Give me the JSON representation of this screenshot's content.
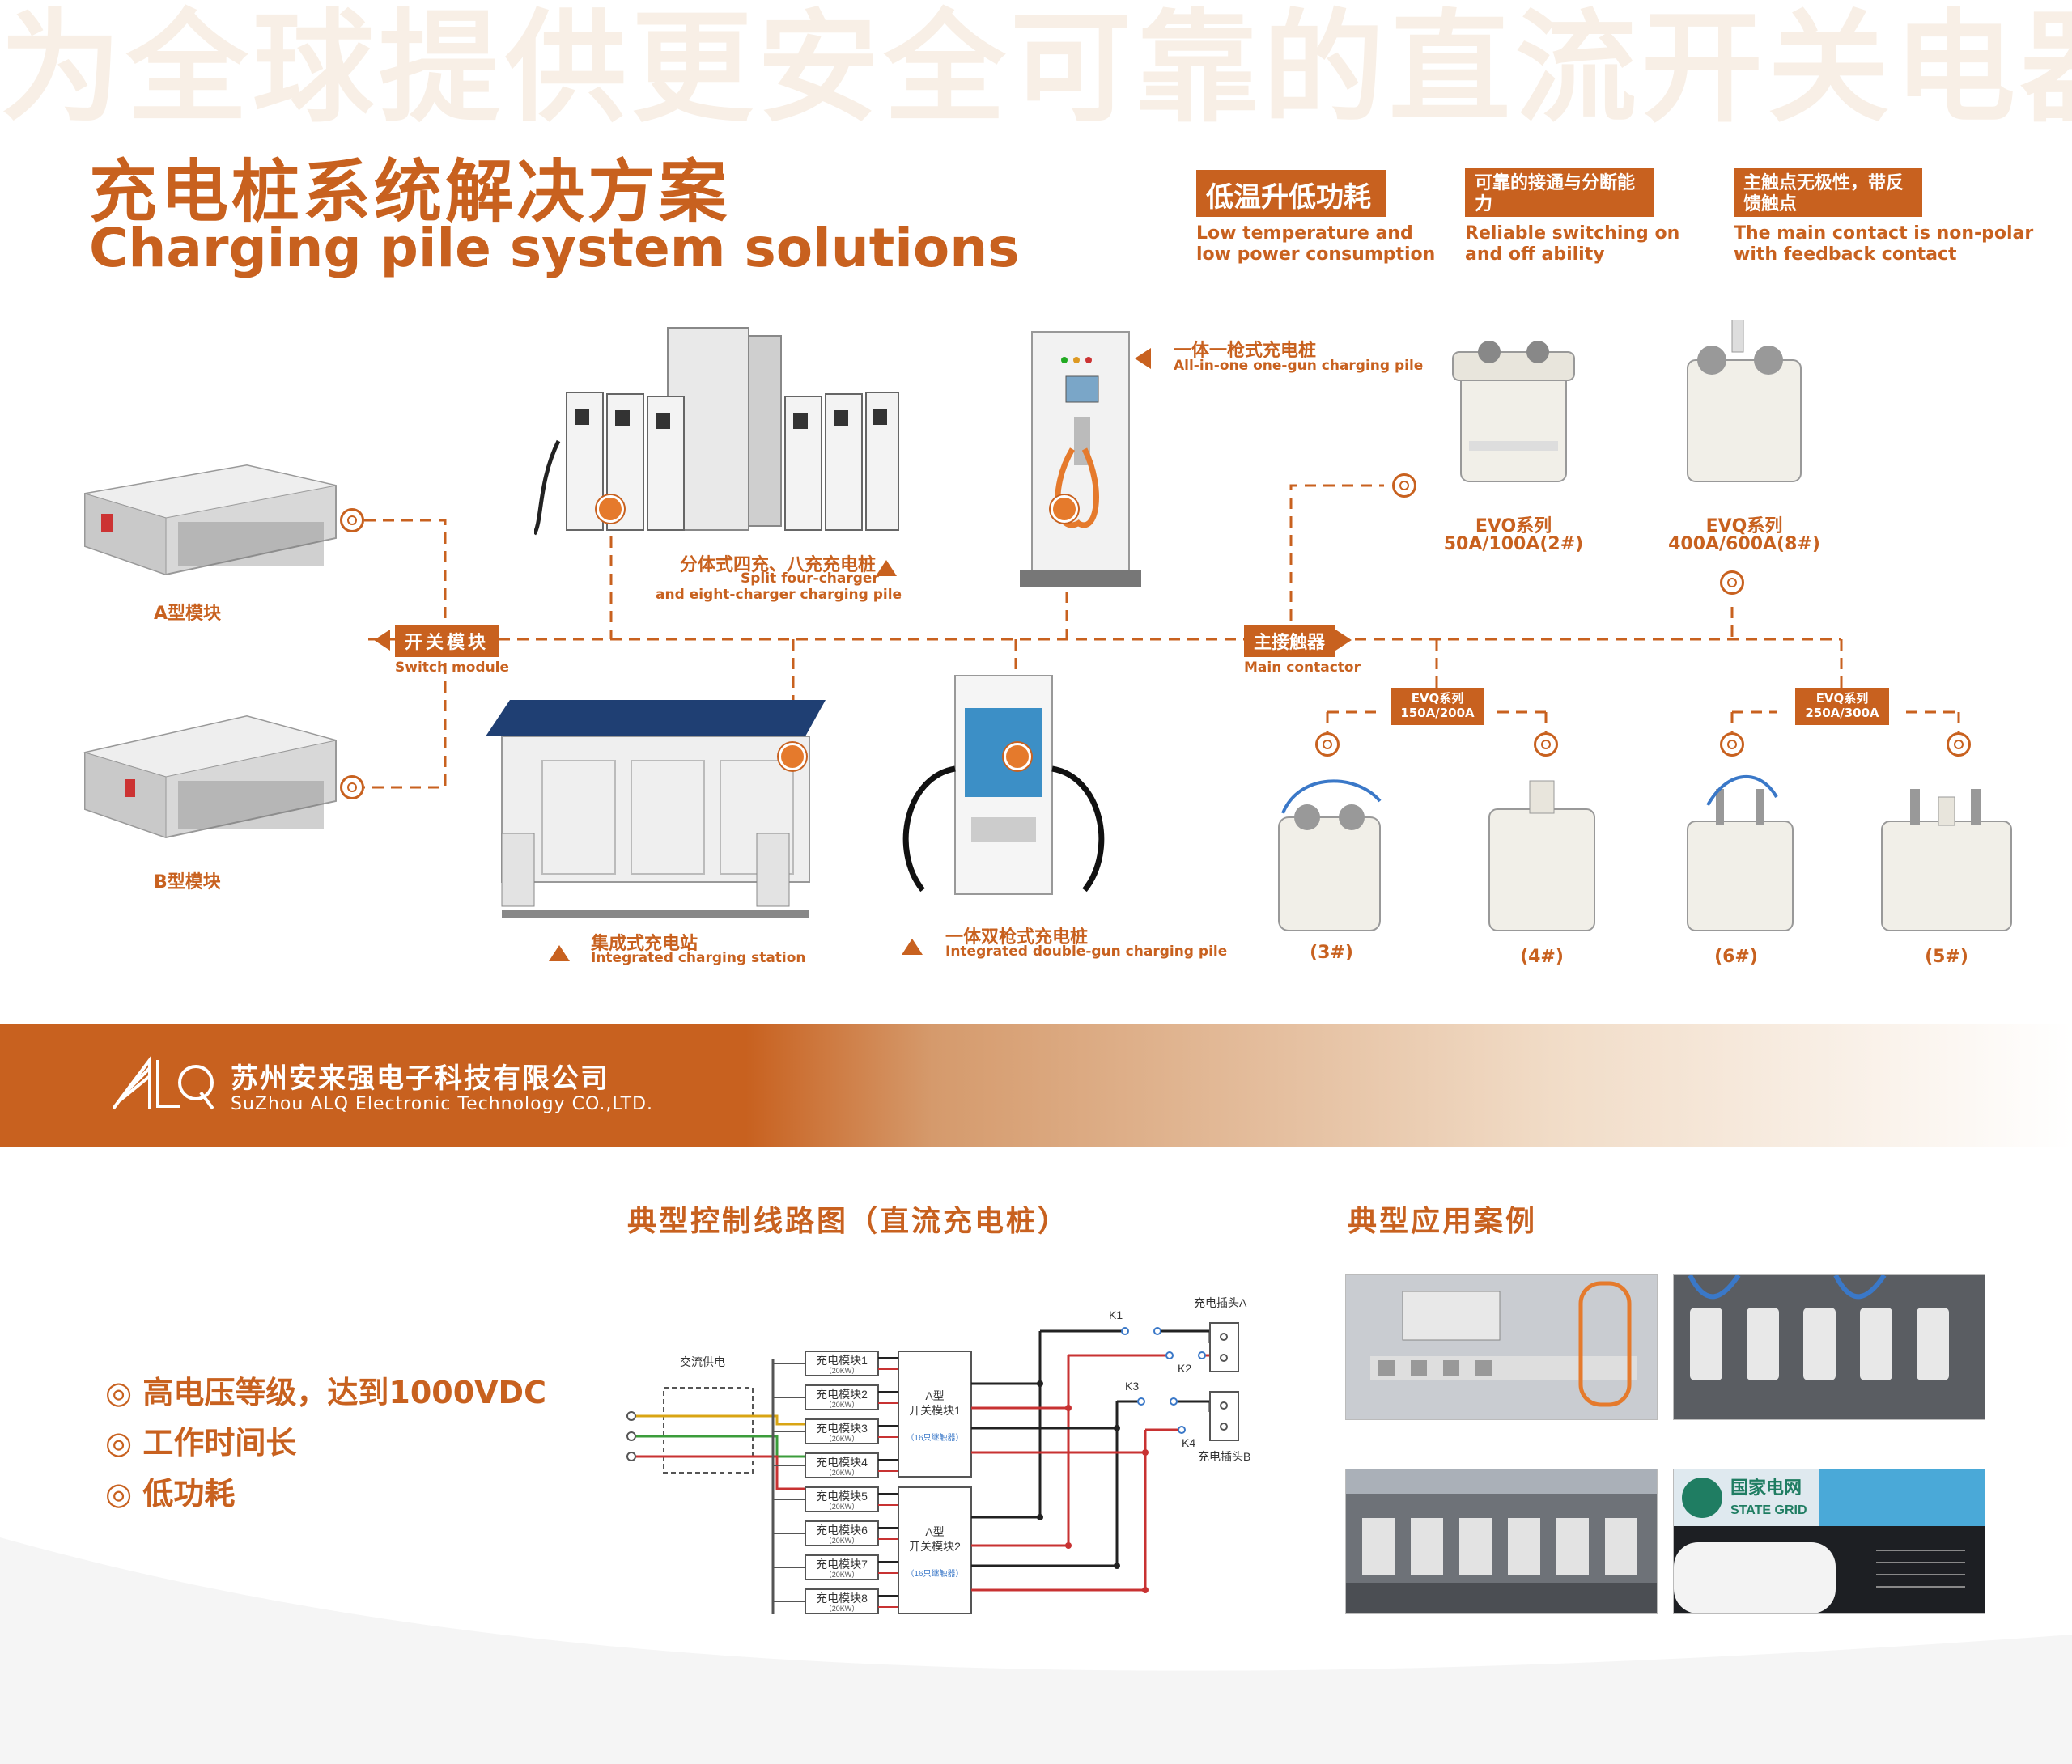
{
  "watermark": "为全球提供更安全可靠的直流开关电器",
  "title": {
    "cn": "充电桩系统解决方案",
    "en": "Charging pile system solutions"
  },
  "features": [
    {
      "cn": "低温升低功耗",
      "en1": "Low temperature and",
      "en2": "low power consumption"
    },
    {
      "cn": "可靠的接通与分断能力",
      "en1": "Reliable switching on",
      "en2": "and off ability"
    },
    {
      "cn": "主触点无极性，带反馈触点",
      "en1": "The main contact is non-polar",
      "en2": "with feedback contact"
    }
  ],
  "modules": {
    "a": "A型模块",
    "b": "B型模块",
    "switch": {
      "cn": "开关模块",
      "en": "Switch module"
    }
  },
  "piles": {
    "split": {
      "cn": "分体式四充、八充充电桩",
      "en1": "Split four-charger",
      "en2": "and eight-charger charging pile"
    },
    "one_gun": {
      "cn": "一体一枪式充电桩",
      "en": "All-in-one one-gun charging pile"
    },
    "station": {
      "cn": "集成式充电站",
      "en": "Integrated charging station"
    },
    "double_gun": {
      "cn": "一体双枪式充电桩",
      "en": "Integrated double-gun charging pile"
    }
  },
  "main_contactor": {
    "cn": "主接触器",
    "en": "Main contactor"
  },
  "series": {
    "evo": {
      "name": "EVO系列",
      "spec": "50A/100A(2#)"
    },
    "evq_big": {
      "name": "EVQ系列",
      "spec": "400A/600A(8#)"
    },
    "evq_150": {
      "name": "EVQ系列",
      "spec": "150A/200A"
    },
    "evq_250": {
      "name": "EVQ系列",
      "spec": "250A/300A"
    }
  },
  "relays": [
    "(3#)",
    "(4#)",
    "(6#)",
    "(5#)"
  ],
  "company": {
    "cn": "苏州安来强电子科技有限公司",
    "en": "SuZhou ALQ Electronic Technology CO.,LTD."
  },
  "circuit": {
    "title": "典型控制线路图（直流充电桩）",
    "ac_supply": "交流供电",
    "modules": [
      "充电模块1",
      "充电模块2",
      "充电模块3",
      "充电模块4",
      "充电模块5",
      "充电模块6",
      "充电模块7",
      "充电模块8"
    ],
    "module_power": "（20KW）",
    "switch1": {
      "l1": "A型",
      "l2": "开关模块1",
      "l3": "（16只继触器）"
    },
    "switch2": {
      "l1": "A型",
      "l2": "开关模块2",
      "l3": "（16只继触器）"
    },
    "relays": [
      "K1",
      "K2",
      "K3",
      "K4"
    ],
    "plug_a": "充电插头A",
    "plug_b": "充电插头B"
  },
  "cases_title": "典型应用案例",
  "bullets": [
    "高电压等级，达到1000VDC",
    "工作时间长",
    "低功耗"
  ],
  "state_grid": {
    "cn": "国家电网",
    "en": "STATE GRID"
  },
  "colors": {
    "brand": "#c8611f",
    "accent": "#e57a2c"
  }
}
